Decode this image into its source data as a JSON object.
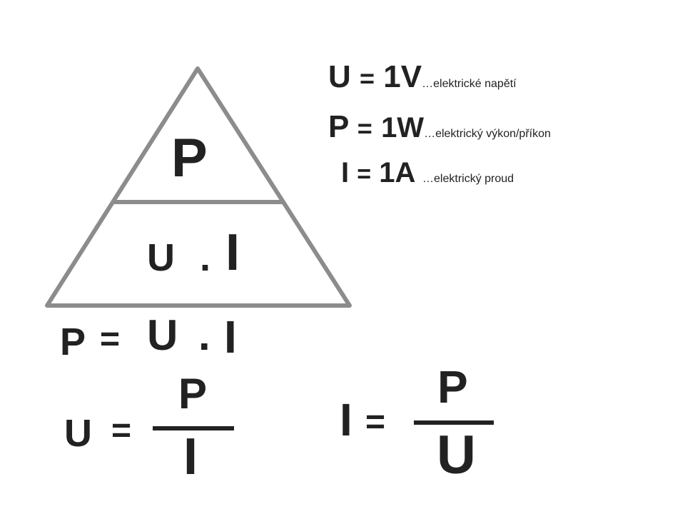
{
  "triangle": {
    "top": "P",
    "bottom_left": "U",
    "bottom_dot": ".",
    "bottom_right": "I",
    "stroke_color": "#8c8c8c"
  },
  "legend": [
    {
      "symbol": "U",
      "eq": "=",
      "value": "1V",
      "desc": "…elektrické napětí"
    },
    {
      "symbol": "P",
      "eq": "=",
      "value": "1W",
      "desc": "…elektrický výkon/příkon"
    },
    {
      "symbol": "I",
      "eq": "=",
      "value": "1A",
      "desc": "…elektrický proud"
    }
  ],
  "formula_p": {
    "lhs": "P",
    "eq": "=",
    "a": "U",
    "dot": ".",
    "b": "I"
  },
  "formula_u": {
    "lhs": "U",
    "eq": "=",
    "num": "P",
    "den": "I"
  },
  "formula_i": {
    "lhs": "I",
    "eq": "=",
    "num": "P",
    "den": "U"
  },
  "colors": {
    "text": "#222222",
    "triangle": "#8c8c8c"
  }
}
